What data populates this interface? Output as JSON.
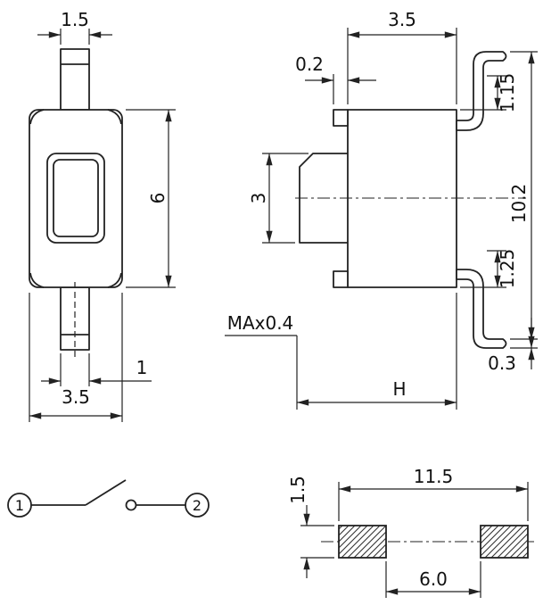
{
  "front_view": {
    "dim_pin_width": "1.5",
    "dim_body_height": "6",
    "dim_pin_length": "1",
    "dim_body_width": "3.5"
  },
  "side_view": {
    "dim_body_depth": "3.5",
    "dim_flange": "0.2",
    "dim_lead_top": "1.15",
    "dim_plunger_height": "3",
    "dim_overall_height": "10.2",
    "dim_lead_bottom": "1.25",
    "dim_travel_max": "MAx0.4",
    "dim_foot_thickness": "0.3",
    "dim_mount_height": "H"
  },
  "schematic": {
    "terminal_left": "1",
    "terminal_right": "2"
  },
  "land_pattern": {
    "dim_outer_span": "11.5",
    "dim_pad_width": "1.5",
    "dim_inner_span": "6.0"
  },
  "colors": {
    "line": "#222222",
    "text": "#111111",
    "background": "#ffffff"
  }
}
